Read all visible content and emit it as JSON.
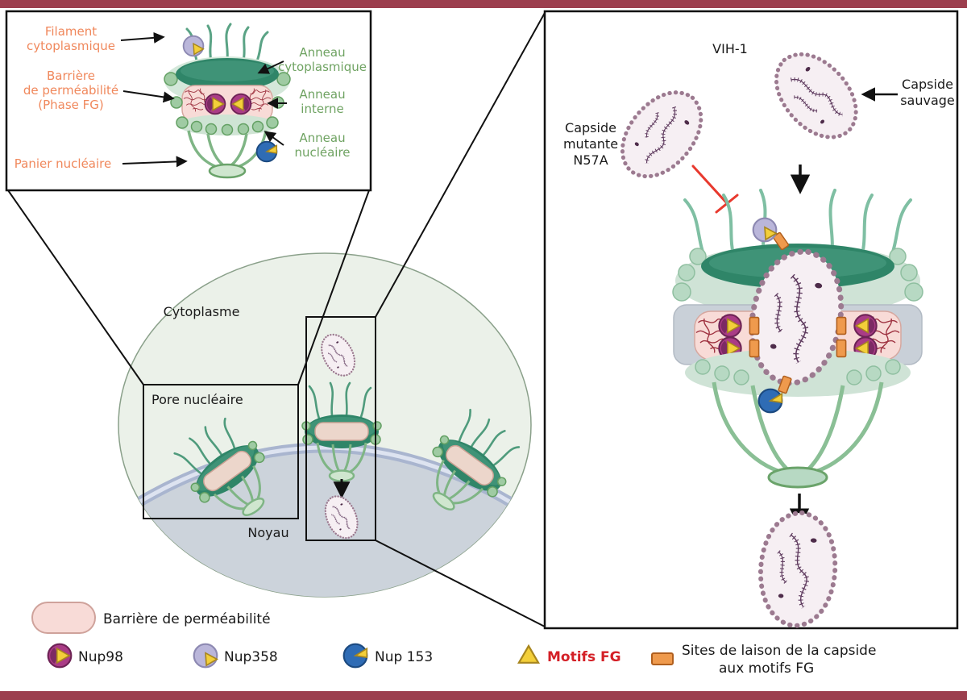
{
  "colors": {
    "border_bar": "#9c3e4e",
    "orange_label": "#f0885c",
    "green_label": "#6fa362",
    "inhibition_red": "#e8392e",
    "motifs_fg_red": "#d42027",
    "pore_teal": "#2f8568",
    "barrier_pink": "#f8dbd7",
    "nup98_magenta": "#aa3c86",
    "nup358_lavender": "#bab6da",
    "nup153_blue": "#2f6cb5",
    "fg_yellow": "#f3cf3a",
    "site_orange": "#ef9a4d",
    "capsid_mauve": "#9c7a90"
  },
  "inset": {
    "filament_label": [
      "Filament",
      "cytoplasmique"
    ],
    "barrier_label": [
      "Barrière",
      "de perméabilité",
      "(Phase FG)"
    ],
    "basket_label": "Panier nucléaire",
    "ring_cytoplasmic_label": [
      "Anneau",
      "cytoplasmique"
    ],
    "ring_inner_label": [
      "Anneau",
      "interne"
    ],
    "ring_nuclear_label": [
      "Anneau",
      "nucléaire"
    ]
  },
  "cell": {
    "cytoplasm_label": "Cytoplasme",
    "pore_label": "Pore nucléaire",
    "nucleus_label": "Noyau"
  },
  "panel": {
    "virus_label": "VIH-1",
    "wild_capsid_label": [
      "Capside",
      "sauvage"
    ],
    "mutant_capsid_label": [
      "Capside",
      "mutante",
      "N57A"
    ]
  },
  "legend": {
    "barrier_label": "Barrière de perméabilité",
    "nup98_label": "Nup98",
    "nup358_label": "Nup358",
    "nup153_label": "Nup 153",
    "motifs_fg_label": "Motifs FG",
    "sites_label": [
      "Sites de laison de la capside",
      "aux motifs FG"
    ]
  }
}
